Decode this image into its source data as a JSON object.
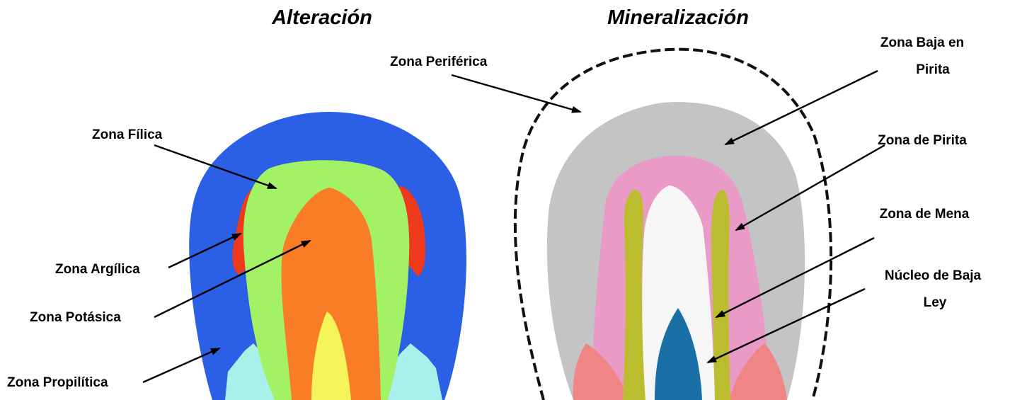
{
  "titles": {
    "alteration": "Alteración",
    "mineralization": "Mineralización"
  },
  "alteration_labels": {
    "filica": "Zona Fílica",
    "argilica": "Zona Argílica",
    "potasica": "Zona Potásica",
    "propilitica": "Zona Propilítica"
  },
  "mineralization_labels": {
    "periferica": "Zona Periférica",
    "baja_pirita_1": "Zona Baja en",
    "baja_pirita_2": "Pirita",
    "pirita": "Zona de Pirita",
    "mena": "Zona de Mena",
    "nucleo_1": "Núcleo de Baja",
    "nucleo_2": "Ley"
  },
  "colors": {
    "propilitica": "#2a5fe6",
    "propilitica_base": "#a9f0ec",
    "filica": "#a3f266",
    "argilica": "#ee3a1c",
    "potasica": "#f87d26",
    "core_yellow": "#f5f55a",
    "baja_pirita": "#c4c4c4",
    "pirita": "#e99ac6",
    "mena": "#bcbd2e",
    "nucleo_white": "#f6f6f6",
    "nucleo_blue": "#1a6fa6",
    "salmon": "#ef8585"
  }
}
